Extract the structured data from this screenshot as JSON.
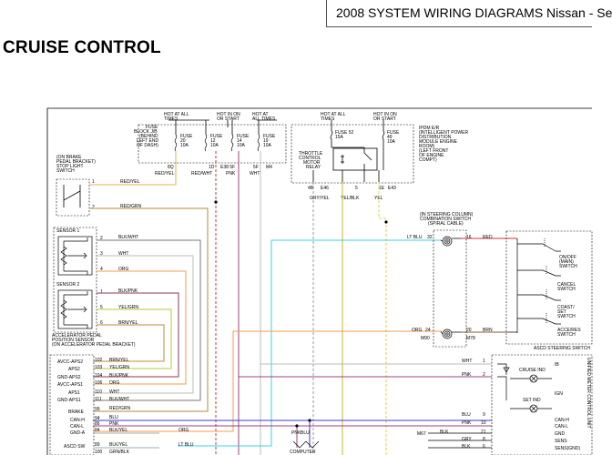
{
  "header": {
    "title": "2008 SYSTEM WIRING DIAGRAMS Nissan - Se",
    "heading": "CRUISE CONTROL"
  },
  "fuses": {
    "hot_at_all_times": [
      "HOT AT ALL",
      "TIMES"
    ],
    "hot_in_on_or_start": [
      "HOT IN ON",
      "OR START"
    ],
    "hot_at_all_times_2": [
      "HOT AT",
      "ALL TIMES"
    ],
    "block_label": [
      "FUSE",
      "BLOCK J/B",
      "(BEHIND",
      "LEFT END",
      "OF DASH)"
    ],
    "f20": [
      "FUSE",
      "20",
      "10A"
    ],
    "f12": [
      "FUSE",
      "12",
      "10A"
    ],
    "f14": [
      "FUSE",
      "14",
      "10A"
    ],
    "f19": [
      "FUSE",
      "19",
      "10A"
    ],
    "pins": [
      "8Q",
      "1D",
      "E38 5F",
      "5F",
      "M4"
    ],
    "wires": [
      "RED/YEL",
      "RED/WHT",
      "PNK",
      "WHT"
    ]
  },
  "ipdm": {
    "hot_at_all_times": [
      "HOT AT ALL",
      "TIMES"
    ],
    "hot_in_on_or_start": [
      "HOT IN ON",
      "OR START"
    ],
    "fuse52": [
      "FUSE 52",
      "15A"
    ],
    "fuse49": [
      "FUSE",
      "49",
      "10A"
    ],
    "relay": [
      "THROTTLE",
      "CONTROL",
      "MOTOR",
      "RELAY"
    ],
    "label": [
      "IPDM E/R",
      "(INTELLIGENT POWER",
      "DISTRIBUTION",
      "MODULE ENGINE",
      "ROOM)",
      "(LEFT FRONT",
      "OF ENGINE",
      "COMPT)"
    ],
    "pins": [
      "4B",
      "E46",
      "5",
      "1E",
      "E43"
    ],
    "wires": [
      "GRY/YEL",
      "YEL/BLK",
      "YEL"
    ]
  },
  "brake_switch": {
    "label": [
      "(ON BRAKE",
      "PEDAL BRACKET)",
      "STOP LIGHT",
      "SWITCH"
    ],
    "pins": [
      "1",
      "2"
    ],
    "wires": [
      "RED/YEL",
      "RED/GRN"
    ]
  },
  "accel_sensor": {
    "sensor1": "SENSOR 1",
    "sensor2": "SENSOR 2",
    "pins": [
      "2",
      "3",
      "4",
      "1",
      "5",
      "6"
    ],
    "wires": [
      "BLK/WHT",
      "WHT",
      "ORG",
      "BLK/PNK",
      "YEL/GRN",
      "BRN/YEL"
    ],
    "label": [
      "ACCELERATOR PEDAL",
      "POSITION SENSOR",
      "(ON ACCELERATOR PEDAL BRACKET)"
    ]
  },
  "spiral_cable": {
    "label": [
      "(IN STEERING COLUMN)",
      "COMBINATION SWITCH",
      "(SPIRAL CABLE)"
    ],
    "left": [
      "LT BLU",
      "32",
      "ORG",
      "24",
      "M90"
    ],
    "right": [
      "16",
      "RED",
      "20",
      "BRN",
      "M78"
    ]
  },
  "ascd_switch": {
    "items": [
      [
        "ON/OFF",
        "(MAIN)",
        "SWITCH"
      ],
      [
        "CANCEL",
        "SWITCH"
      ],
      [
        "COAST/",
        "SET",
        "SWITCH"
      ],
      [
        "ACCE/RES",
        "SWITCH"
      ]
    ],
    "label": "ASCD STEERING SWITCH"
  },
  "ecm_pins": {
    "names": [
      "AVCC-APS2",
      "APS2",
      "GND-APS2",
      "AVCC-APS1",
      "APS1",
      "GND-APS1",
      "BRAKE",
      "CAN-H",
      "CAN-L",
      "GND-A",
      "ASCD SW"
    ],
    "nums": [
      "102",
      "103",
      "104",
      "106",
      "110",
      "111",
      "99",
      "94",
      "86",
      "84",
      "89",
      "100"
    ],
    "wires": [
      "BRN/YEL",
      "YEL/GRN",
      "BLK/PNK",
      "ORG",
      "WHT",
      "BLK/WHT",
      "RED/GRN",
      "BLU",
      "PNK",
      "BLK/YEL",
      "BLK/YEL",
      "GRN/BLK"
    ],
    "lower": [
      "ORG",
      "LT BLU"
    ]
  },
  "computer": {
    "wires": [
      "PNK",
      "BLU"
    ],
    "label": "COMPUTER"
  },
  "meter": {
    "wires_left": [
      "WHT",
      "PNK",
      "BLU",
      "PNK",
      "BLK",
      "GRY",
      "BLK"
    ],
    "pins": [
      "1",
      "2",
      "9",
      "10",
      "21",
      "8",
      "6"
    ],
    "m67": "M67",
    "terminals": [
      "IB",
      "IGN",
      "CAN-H",
      "CAN-L",
      "GND",
      "SENS",
      "SENS(GND)"
    ],
    "cruise": [
      "CRUISE IND"
    ],
    "set": [
      "SET IND"
    ],
    "label": [
      "UNIFIED METER CONTROL UNIT"
    ]
  }
}
